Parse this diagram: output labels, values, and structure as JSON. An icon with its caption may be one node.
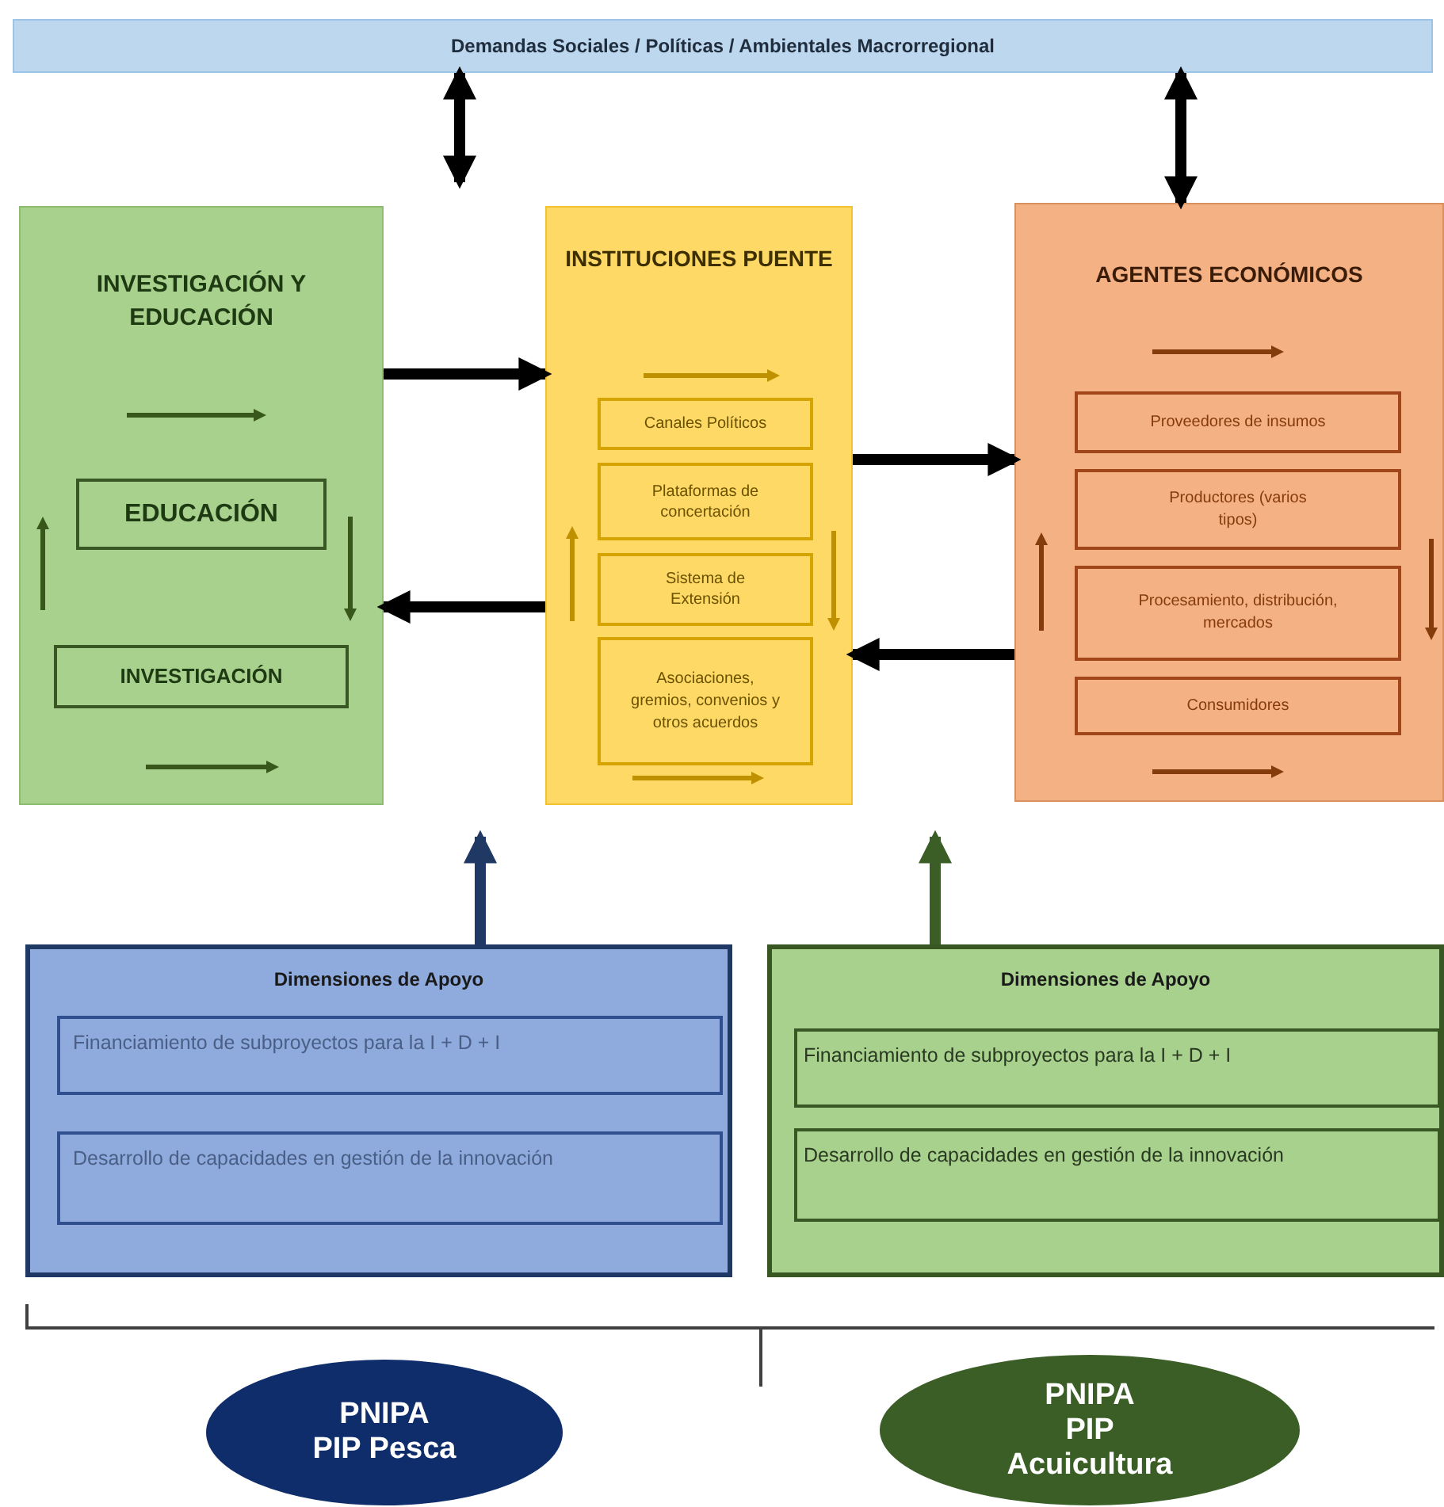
{
  "diagram": {
    "nodes": [
      {
        "text": [
          "Demandas Sociales / Políticas / Ambientales Macrorregional"
        ]
      },
      {
        "text": [
          "INVESTIGACIÓN Y EDUCACIÓN"
        ]
      },
      {
        "text": [
          "EDUCACIÓN"
        ],
        "in": 1
      },
      {
        "text": [
          "INVESTIGACIÓN"
        ],
        "in": 1
      },
      {
        "text": [
          "INSTITUCIONES PUENTE"
        ]
      },
      {
        "text": [
          "Canales Políticos"
        ],
        "in": 4
      },
      {
        "text": [
          "Plataformas de concertación"
        ],
        "in": 4
      },
      {
        "text": [
          "Sistema de Extensión"
        ],
        "in": 4
      },
      {
        "text": [
          "Asociaciones, gremios, convenios y otros acuerdos"
        ],
        "in": 4
      },
      {
        "text": [
          "AGENTES ECONÓMICOS"
        ]
      },
      {
        "text": [
          "Proveedores de insumos"
        ],
        "in": 9
      },
      {
        "text": [
          "Productores (varios tipos)"
        ],
        "in": 9
      },
      {
        "text": [
          "Procesamiento, distribución, mercados"
        ],
        "in": 9
      },
      {
        "text": [
          "Consumidores"
        ],
        "in": 9
      },
      {
        "text": [
          "Dimensiones de Apoyo"
        ]
      },
      {
        "text": [
          "Financiamiento de subproyectos para la I + D + I"
        ],
        "in": 14
      },
      {
        "text": [
          "Desarrollo de capacidades en gestión de la innovación"
        ],
        "in": 14
      },
      {
        "text": [
          "Dimensiones de Apoyo"
        ]
      },
      {
        "text": [
          "Financiamiento de subproyectos para la I + D + I"
        ],
        "in": 17
      },
      {
        "text": [
          "Desarrollo de capacidades en gestión de la innovación"
        ],
        "in": 17
      },
      {
        "text": [
          "PNIPA",
          "PIP Pesca"
        ]
      },
      {
        "text": [
          "PNIPA",
          "PIP Acuicultura"
        ]
      }
    ],
    "edges": [
      {
        "from": 0,
        "to": null,
        "arrow": "both"
      },
      {
        "from": 0,
        "to": 9,
        "arrow": "both"
      },
      {
        "from": 1,
        "to": 4,
        "arrow": "to"
      },
      {
        "from": 4,
        "to": 1,
        "arrow": "to"
      },
      {
        "from": 4,
        "to": 9,
        "arrow": "to"
      },
      {
        "from": 9,
        "to": 4,
        "arrow": "to"
      },
      {
        "from": 14,
        "to": null,
        "arrow": "to",
        "color": "#1f3864"
      },
      {
        "from": 17,
        "to": null,
        "arrow": "to",
        "color": "#3b5e27"
      }
    ]
  }
}
